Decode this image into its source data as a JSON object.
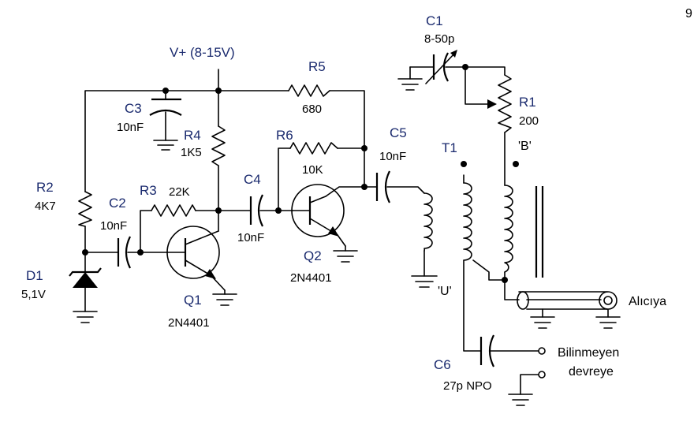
{
  "supply": {
    "label": "V+ (8-15V)"
  },
  "components": {
    "C1": {
      "ref": "C1",
      "value": "8-50p"
    },
    "R1": {
      "ref": "R1",
      "value": "200"
    },
    "R5": {
      "ref": "R5",
      "value": "680"
    },
    "C3": {
      "ref": "C3",
      "value": "10nF"
    },
    "R4": {
      "ref": "R4",
      "value": "1K5"
    },
    "R6": {
      "ref": "R6",
      "value": "10K"
    },
    "C5": {
      "ref": "C5",
      "value": "10nF"
    },
    "T1": {
      "ref": "T1"
    },
    "R2": {
      "ref": "R2",
      "value": "4K7"
    },
    "C2": {
      "ref": "C2",
      "value": "10nF"
    },
    "R3": {
      "ref": "R3",
      "value": "22K"
    },
    "C4": {
      "ref": "C4",
      "value": "10nF"
    },
    "Q1": {
      "ref": "Q1",
      "part": "2N4401"
    },
    "Q2": {
      "ref": "Q2",
      "part": "2N4401"
    },
    "D1": {
      "ref": "D1",
      "value": "5,1V"
    },
    "C6": {
      "ref": "C6",
      "value": "27p NPO"
    }
  },
  "windings": {
    "B": "'B'",
    "U": "'U'"
  },
  "terminals": {
    "receiver": "Alıcıya",
    "unknown_line1": "Bilinmeyen",
    "unknown_line2": "devreye"
  },
  "corner_mark": "9"
}
